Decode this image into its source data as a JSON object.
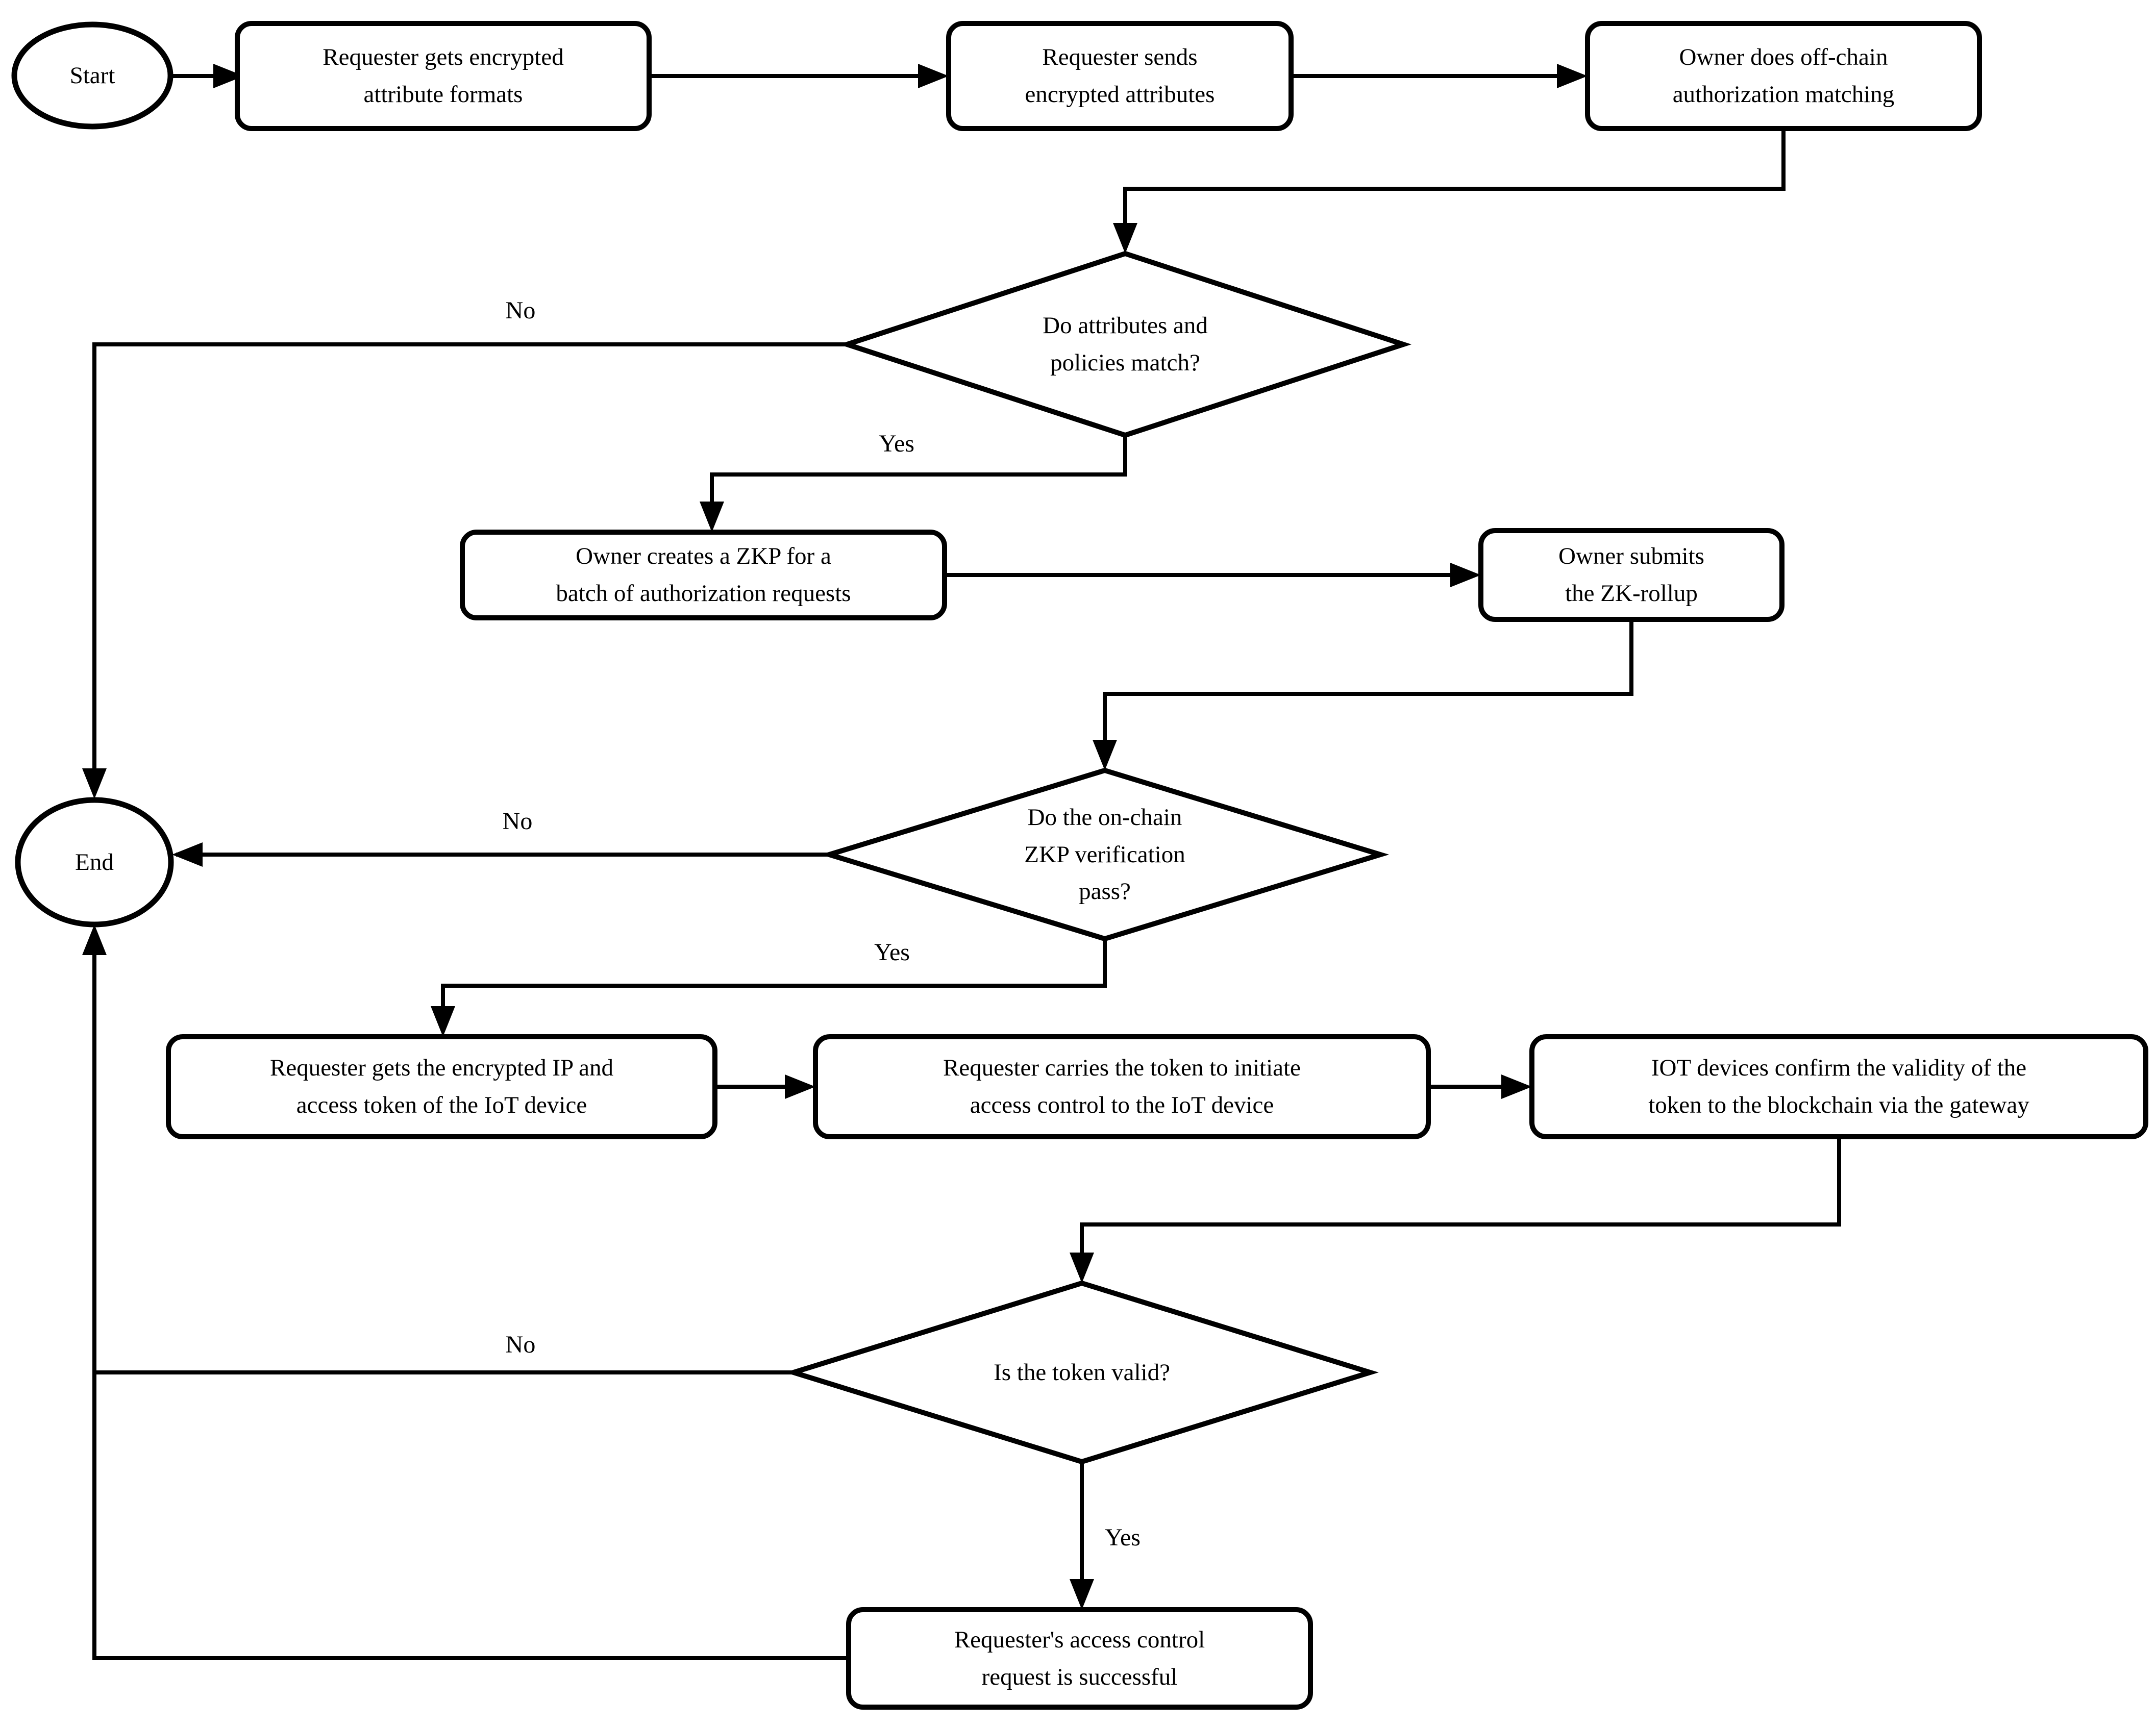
{
  "flowchart": {
    "colors": {
      "stroke": "#000000",
      "node_fill": "#ffffff",
      "background": "#ffffff"
    },
    "nodes": {
      "start": {
        "label": "Start"
      },
      "get_formats": {
        "label": "Requester gets encrypted\nattribute formats"
      },
      "send_attrs": {
        "label": "Requester sends\nencrypted attributes"
      },
      "auth_match": {
        "label": "Owner does off-chain\nauthorization matching"
      },
      "decision_match": {
        "label": "Do attributes and\npolicies match?"
      },
      "create_zkp": {
        "label": "Owner creates a ZKP for a\nbatch of authorization requests"
      },
      "submit_rollup": {
        "label": "Owner submits\nthe ZK-rollup"
      },
      "decision_verify": {
        "label": "Do the on-chain\nZKP verification\npass?"
      },
      "end": {
        "label": "End"
      },
      "get_ip": {
        "label": "Requester gets the encrypted IP and\naccess token of the IoT device"
      },
      "carry_token": {
        "label": "Requester carries the token to initiate\naccess control to the IoT device"
      },
      "confirm_validity": {
        "label": "IOT devices confirm the validity of the\ntoken to the blockchain via the gateway"
      },
      "decision_token": {
        "label": "Is the token valid?"
      },
      "success": {
        "label": "Requester's access control\nrequest is successful"
      }
    },
    "edge_labels": {
      "match_no": "No",
      "match_yes": "Yes",
      "verify_no": "No",
      "verify_yes": "Yes",
      "token_no": "No",
      "token_yes": "Yes"
    }
  }
}
